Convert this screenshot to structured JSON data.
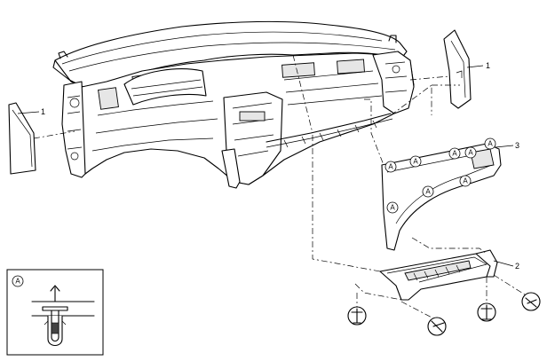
{
  "callouts": {
    "left_end_cover": "1",
    "right_end_cover": "1",
    "side_panel": "3",
    "lower_panel": "2"
  },
  "clip_marker_letter": "A",
  "inset": {
    "marker_letter": "A"
  }
}
